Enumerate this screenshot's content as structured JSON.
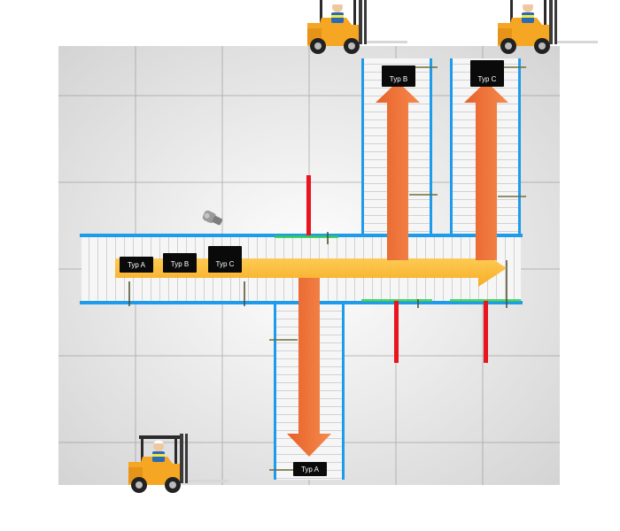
{
  "colors": {
    "floor_light": "#f3f3f3",
    "floor_dark": "#d9d9d9",
    "grid": "#8c8c8c",
    "conveyor_rail": "#1e9bea",
    "conveyor_bed": "#f4f4f4",
    "main_arrow": "#ffbf2a",
    "branch_arrow": "#ee6a2c",
    "divert_stop": "#e8141e",
    "sensor_line": "#33cc55",
    "box": "#0a0a0a",
    "forklift_body": "#f5a623",
    "forklift_dark": "#2b2b2b"
  },
  "main_line": {
    "boxes": [
      {
        "label": "Typ A"
      },
      {
        "label": "Typ B"
      },
      {
        "label": "Typ C"
      }
    ]
  },
  "outlets": {
    "typ_b": {
      "label": "Typ B"
    },
    "typ_c": {
      "label": "Typ C"
    },
    "typ_a": {
      "label": "Typ A"
    }
  },
  "icons": {
    "forklift": "forklift-icon",
    "scanner": "scanner-icon"
  }
}
